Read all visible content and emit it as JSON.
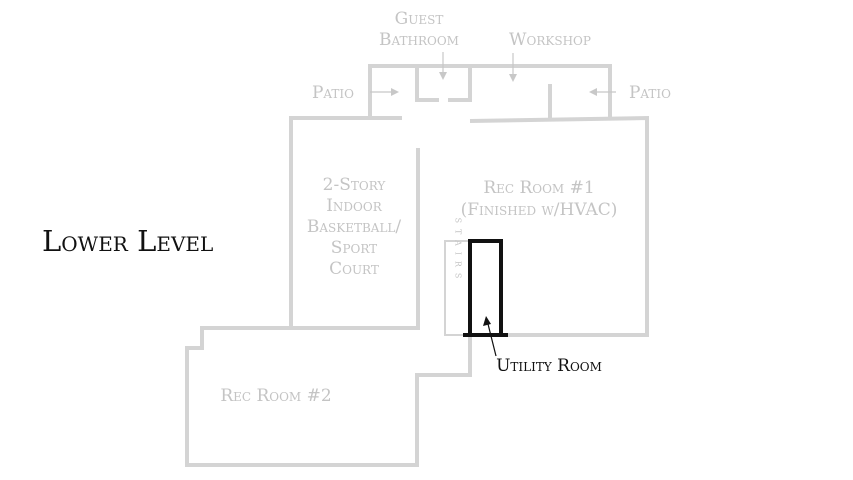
{
  "title": "Lower Level",
  "labels": {
    "guest_bathroom_1": "Guest",
    "guest_bathroom_2": "Bathroom",
    "workshop": "Workshop",
    "patio_left": "Patio",
    "patio_right": "Patio",
    "court_1": "2-Story",
    "court_2": "Indoor",
    "court_3": "Basketball/",
    "court_4": "Sport",
    "court_5": "Court",
    "rec1_1": "Rec Room #1",
    "rec1_2": "(Finished w/HVAC)",
    "stairs": "STAIRS",
    "rec2": "Rec Room #2",
    "utility": "Utility Room"
  },
  "colors": {
    "walls": "#d4d4d4",
    "labels": "#c4c4c4",
    "highlight": "#111111"
  }
}
